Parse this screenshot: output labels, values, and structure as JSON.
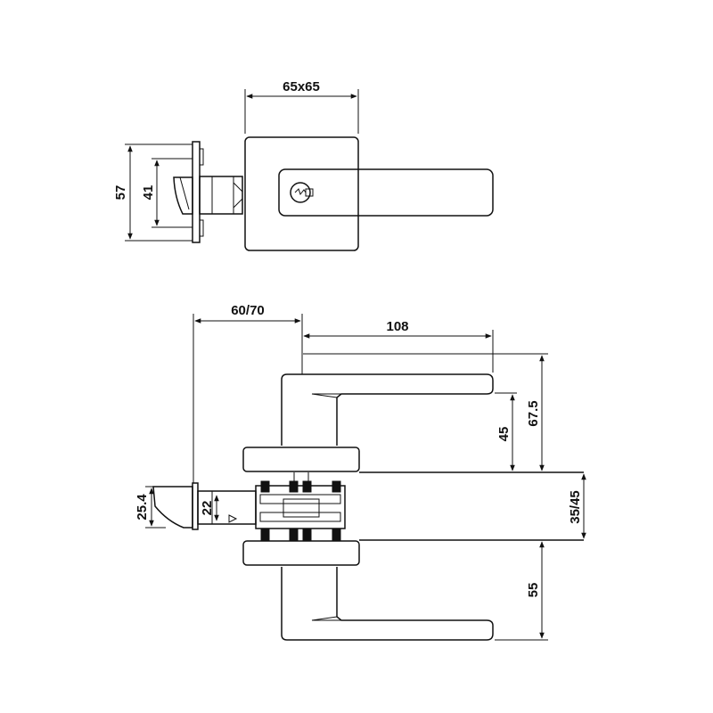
{
  "drawing": {
    "top_view": {
      "rose_size": "65x65",
      "latch_height_outer": "57",
      "latch_height_inner": "41"
    },
    "side_view": {
      "backset": "60/70",
      "lever_length": "108",
      "lever_height": "67.5",
      "lever_offset": "45",
      "door_thickness": "35/45",
      "lower_lever_height": "55",
      "latch_face": "25.4",
      "latch_bolt": "22"
    }
  }
}
